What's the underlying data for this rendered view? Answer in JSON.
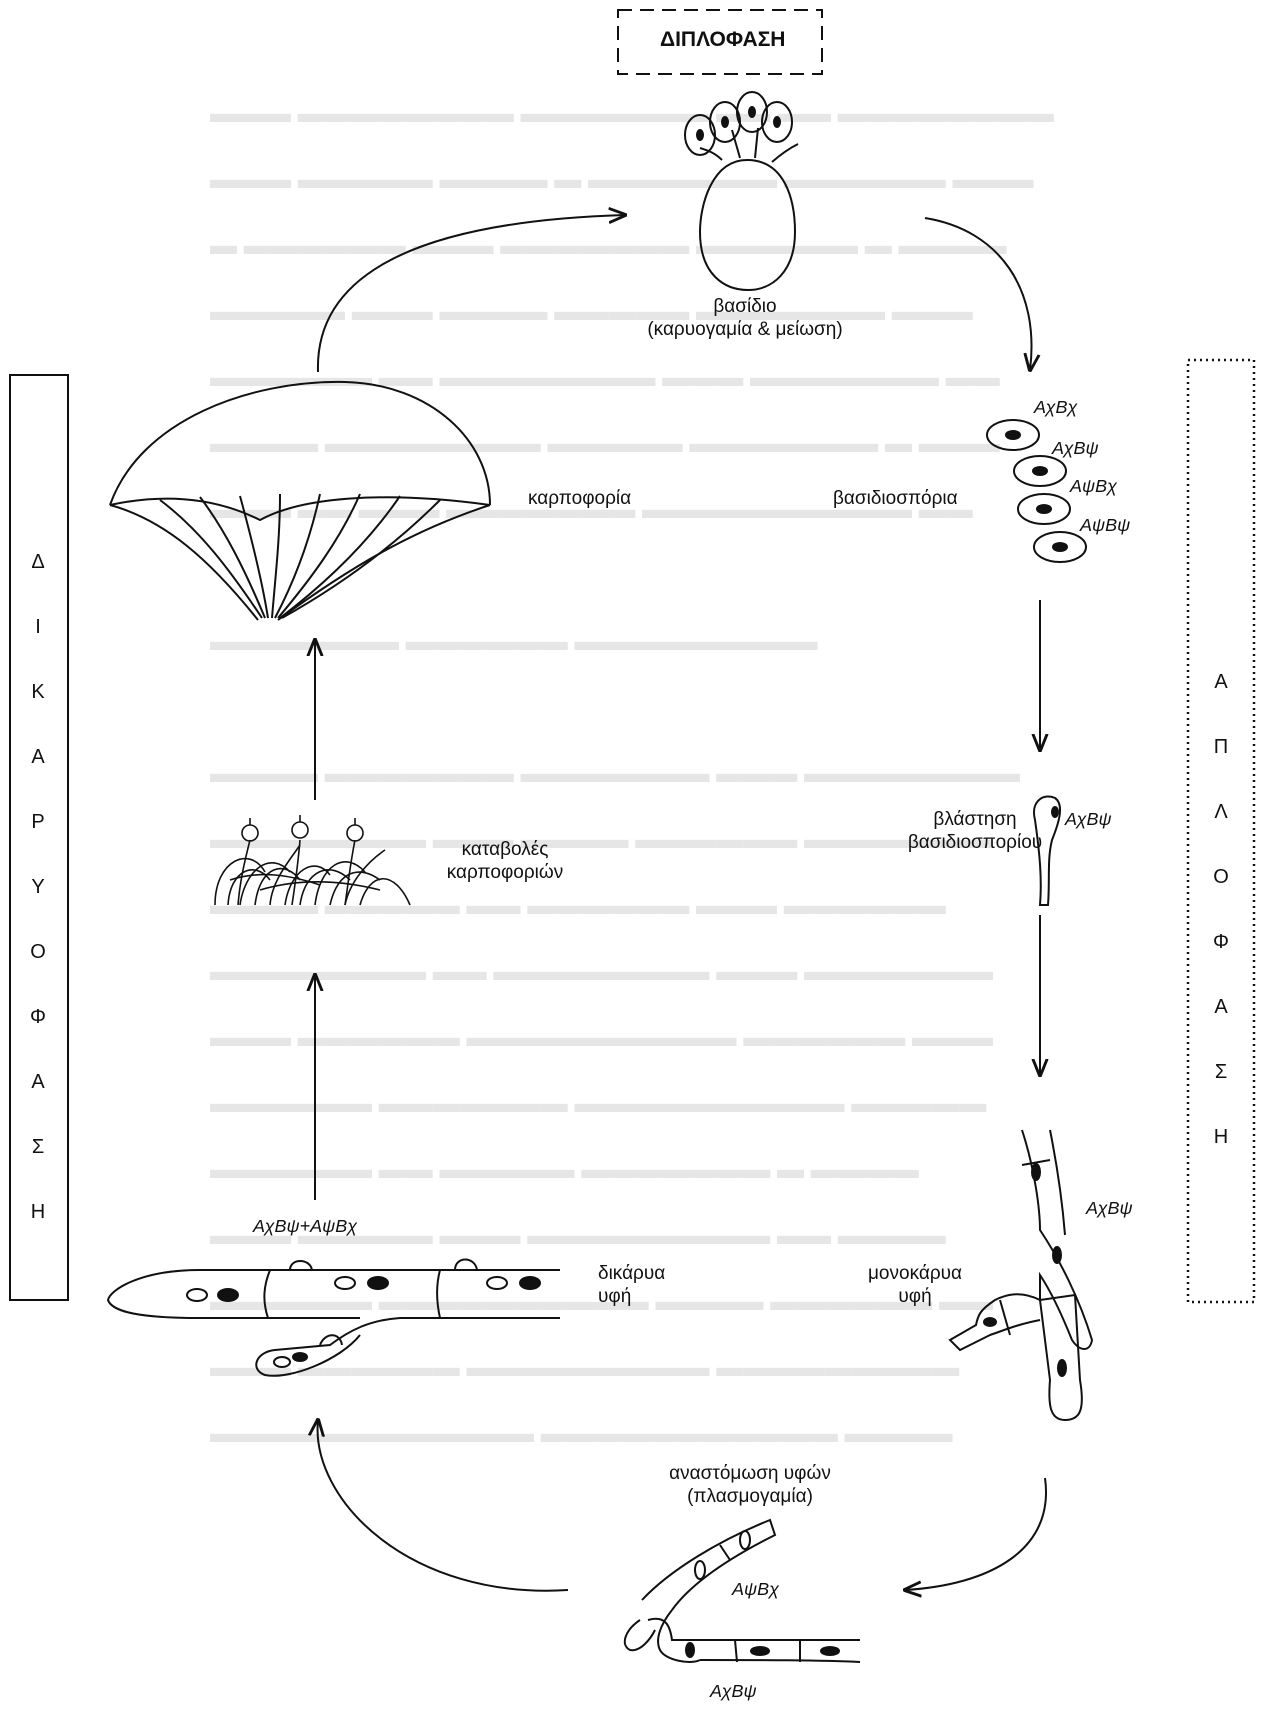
{
  "top_phase": "ΔΙΠΛΟΦΑΣΗ",
  "left_phase_letters": [
    "Δ",
    "Ι",
    "Κ",
    "Α",
    "Ρ",
    "Υ",
    "Ο",
    "Φ",
    "Α",
    "Σ",
    "Η"
  ],
  "right_phase_letters": [
    "Α",
    "Π",
    "Λ",
    "Ο",
    "Φ",
    "Α",
    "Σ",
    "Η"
  ],
  "stages": {
    "basidium_title": "βασίδιο",
    "basidium_note": "(καρυογαμία & μείωση)",
    "fruiting_body": "καρποφορία",
    "basidiospores": "βασιδιοσπόρια",
    "germination_line1": "βλάστηση",
    "germination_line2": "βασιδιοσπορίου",
    "primordia_line1": "καταβολές",
    "primordia_line2": "καρποφοριών",
    "dikaryotic_line1": "δικάρυα",
    "dikaryotic_line2": "υφή",
    "monokaryotic_line1": "μονοκάρυα",
    "monokaryotic_line2": "υφή",
    "anastomosis_line1": "αναστόμωση υφών",
    "anastomosis_line2": "(πλασμογαμία)"
  },
  "genotypes": {
    "spore1": "ΑχΒχ",
    "spore2": "ΑχΒψ",
    "spore3": "ΑψΒχ",
    "spore4": "ΑψΒψ",
    "germinating": "ΑχΒψ",
    "monokaryon": "ΑχΒψ",
    "dikaryon": "ΑχΒψ+ΑψΒχ",
    "anastomosis_upper": "ΑψΒχ",
    "anastomosis_lower": "ΑχΒψ"
  }
}
